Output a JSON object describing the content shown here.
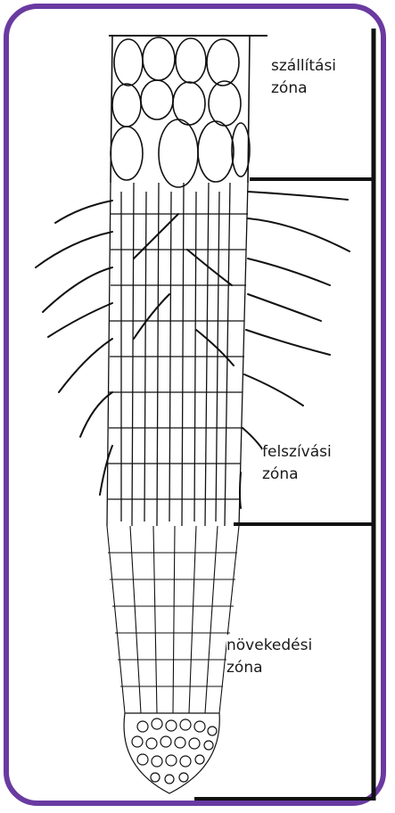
{
  "diagram": {
    "zones": [
      {
        "line1": "szállítási",
        "line2": "zóna"
      },
      {
        "line1": "felszívási",
        "line2": "zóna"
      },
      {
        "line1": "növekedési",
        "line2": "zóna"
      }
    ]
  },
  "colors": {
    "frame": "#6a3aa1",
    "ink": "#1a1a1a"
  }
}
